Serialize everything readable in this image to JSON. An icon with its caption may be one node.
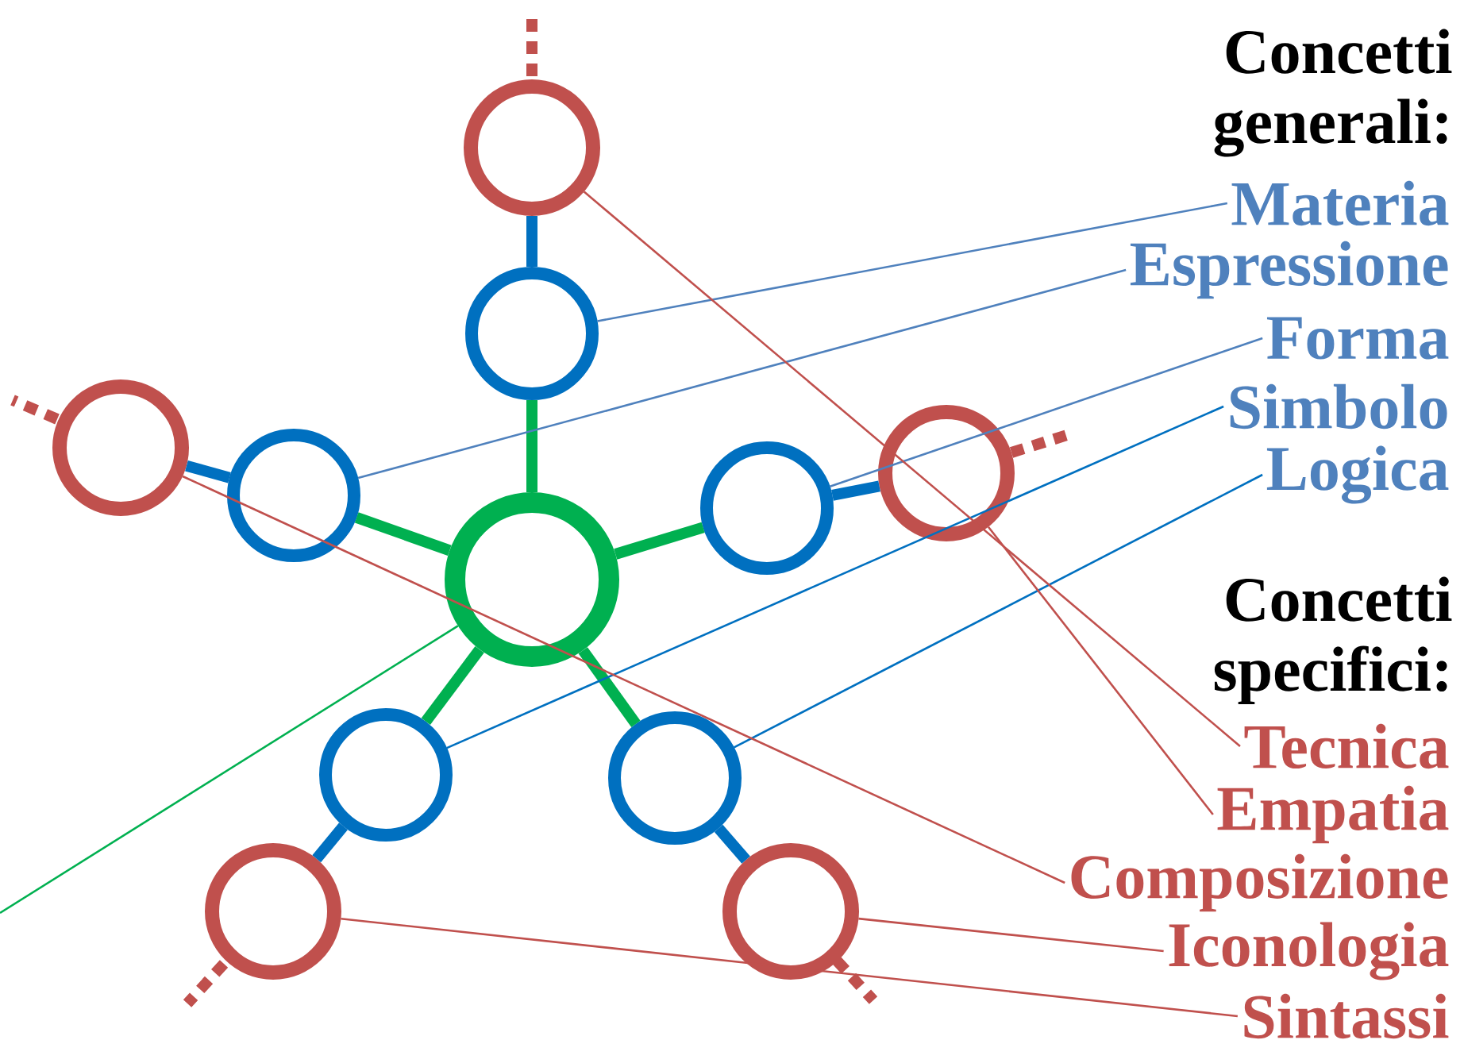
{
  "diagram": {
    "nodes": [
      {
        "text": [],
        "shape": "circle"
      },
      {
        "text": [],
        "shape": "circle"
      },
      {
        "text": [],
        "shape": "circle"
      },
      {
        "text": [],
        "shape": "circle"
      },
      {
        "text": [],
        "shape": "circle"
      },
      {
        "text": [],
        "shape": "circle"
      },
      {
        "text": [],
        "shape": "circle"
      },
      {
        "text": [],
        "shape": "circle"
      },
      {
        "text": [],
        "shape": "circle"
      },
      {
        "text": [],
        "shape": "circle"
      },
      {
        "text": [],
        "shape": "circle"
      },
      {
        "text": [
          "Materia"
        ]
      },
      {
        "text": [
          "Espressione"
        ]
      },
      {
        "text": [
          "Forma"
        ]
      },
      {
        "text": [
          "Simbolo"
        ]
      },
      {
        "text": [
          "Logica"
        ]
      },
      {
        "text": [
          "Tecnica"
        ]
      },
      {
        "text": [
          "Empatia"
        ]
      },
      {
        "text": [
          "Composizione"
        ]
      },
      {
        "text": [
          "Iconologia"
        ]
      },
      {
        "text": [
          "Sintassi"
        ]
      }
    ],
    "edges": [
      {
        "from": 0,
        "to": 1,
        "arrow": "none",
        "style": "thick",
        "color": "#00b050"
      },
      {
        "from": 0,
        "to": 2,
        "arrow": "none",
        "style": "thick",
        "color": "#00b050"
      },
      {
        "from": 0,
        "to": 3,
        "arrow": "none",
        "style": "thick",
        "color": "#00b050"
      },
      {
        "from": 0,
        "to": 4,
        "arrow": "none",
        "style": "thick",
        "color": "#00b050"
      },
      {
        "from": 0,
        "to": 5,
        "arrow": "none",
        "style": "thick",
        "color": "#00b050"
      },
      {
        "from": 1,
        "to": 6,
        "arrow": "none",
        "style": "thick",
        "color": "#0070c0"
      },
      {
        "from": 2,
        "to": 7,
        "arrow": "none",
        "style": "thick",
        "color": "#0070c0"
      },
      {
        "from": 3,
        "to": 8,
        "arrow": "none",
        "style": "thick",
        "color": "#0070c0"
      },
      {
        "from": 4,
        "to": 9,
        "arrow": "none",
        "style": "thick",
        "color": "#0070c0"
      },
      {
        "from": 5,
        "to": 10,
        "arrow": "none",
        "style": "thick",
        "color": "#0070c0"
      },
      {
        "from": 11,
        "to": 1,
        "arrow": "none",
        "color": "#4f81bd"
      },
      {
        "from": 12,
        "to": 2,
        "arrow": "none",
        "color": "#4f81bd"
      },
      {
        "from": 13,
        "to": 3,
        "arrow": "none",
        "color": "#4f81bd"
      },
      {
        "from": 14,
        "to": 4,
        "arrow": "none",
        "color": "#0070c0"
      },
      {
        "from": 15,
        "to": 5,
        "arrow": "none",
        "color": "#0070c0"
      },
      {
        "from": 16,
        "to": 6,
        "arrow": "none",
        "color": "#c0504d"
      },
      {
        "from": 17,
        "to": 8,
        "arrow": "none",
        "color": "#c0504d"
      },
      {
        "from": 18,
        "to": 7,
        "arrow": "none",
        "color": "#c0504d"
      },
      {
        "from": 19,
        "to": 10,
        "arrow": "none",
        "color": "#c0504d"
      },
      {
        "from": 20,
        "to": 9,
        "arrow": "none",
        "color": "#c0504d"
      },
      {
        "from": null,
        "to": 0,
        "arrow": "none",
        "color": "#00b050"
      }
    ],
    "labels": [
      "Concetti generali:",
      "Concetti specifici:"
    ]
  }
}
